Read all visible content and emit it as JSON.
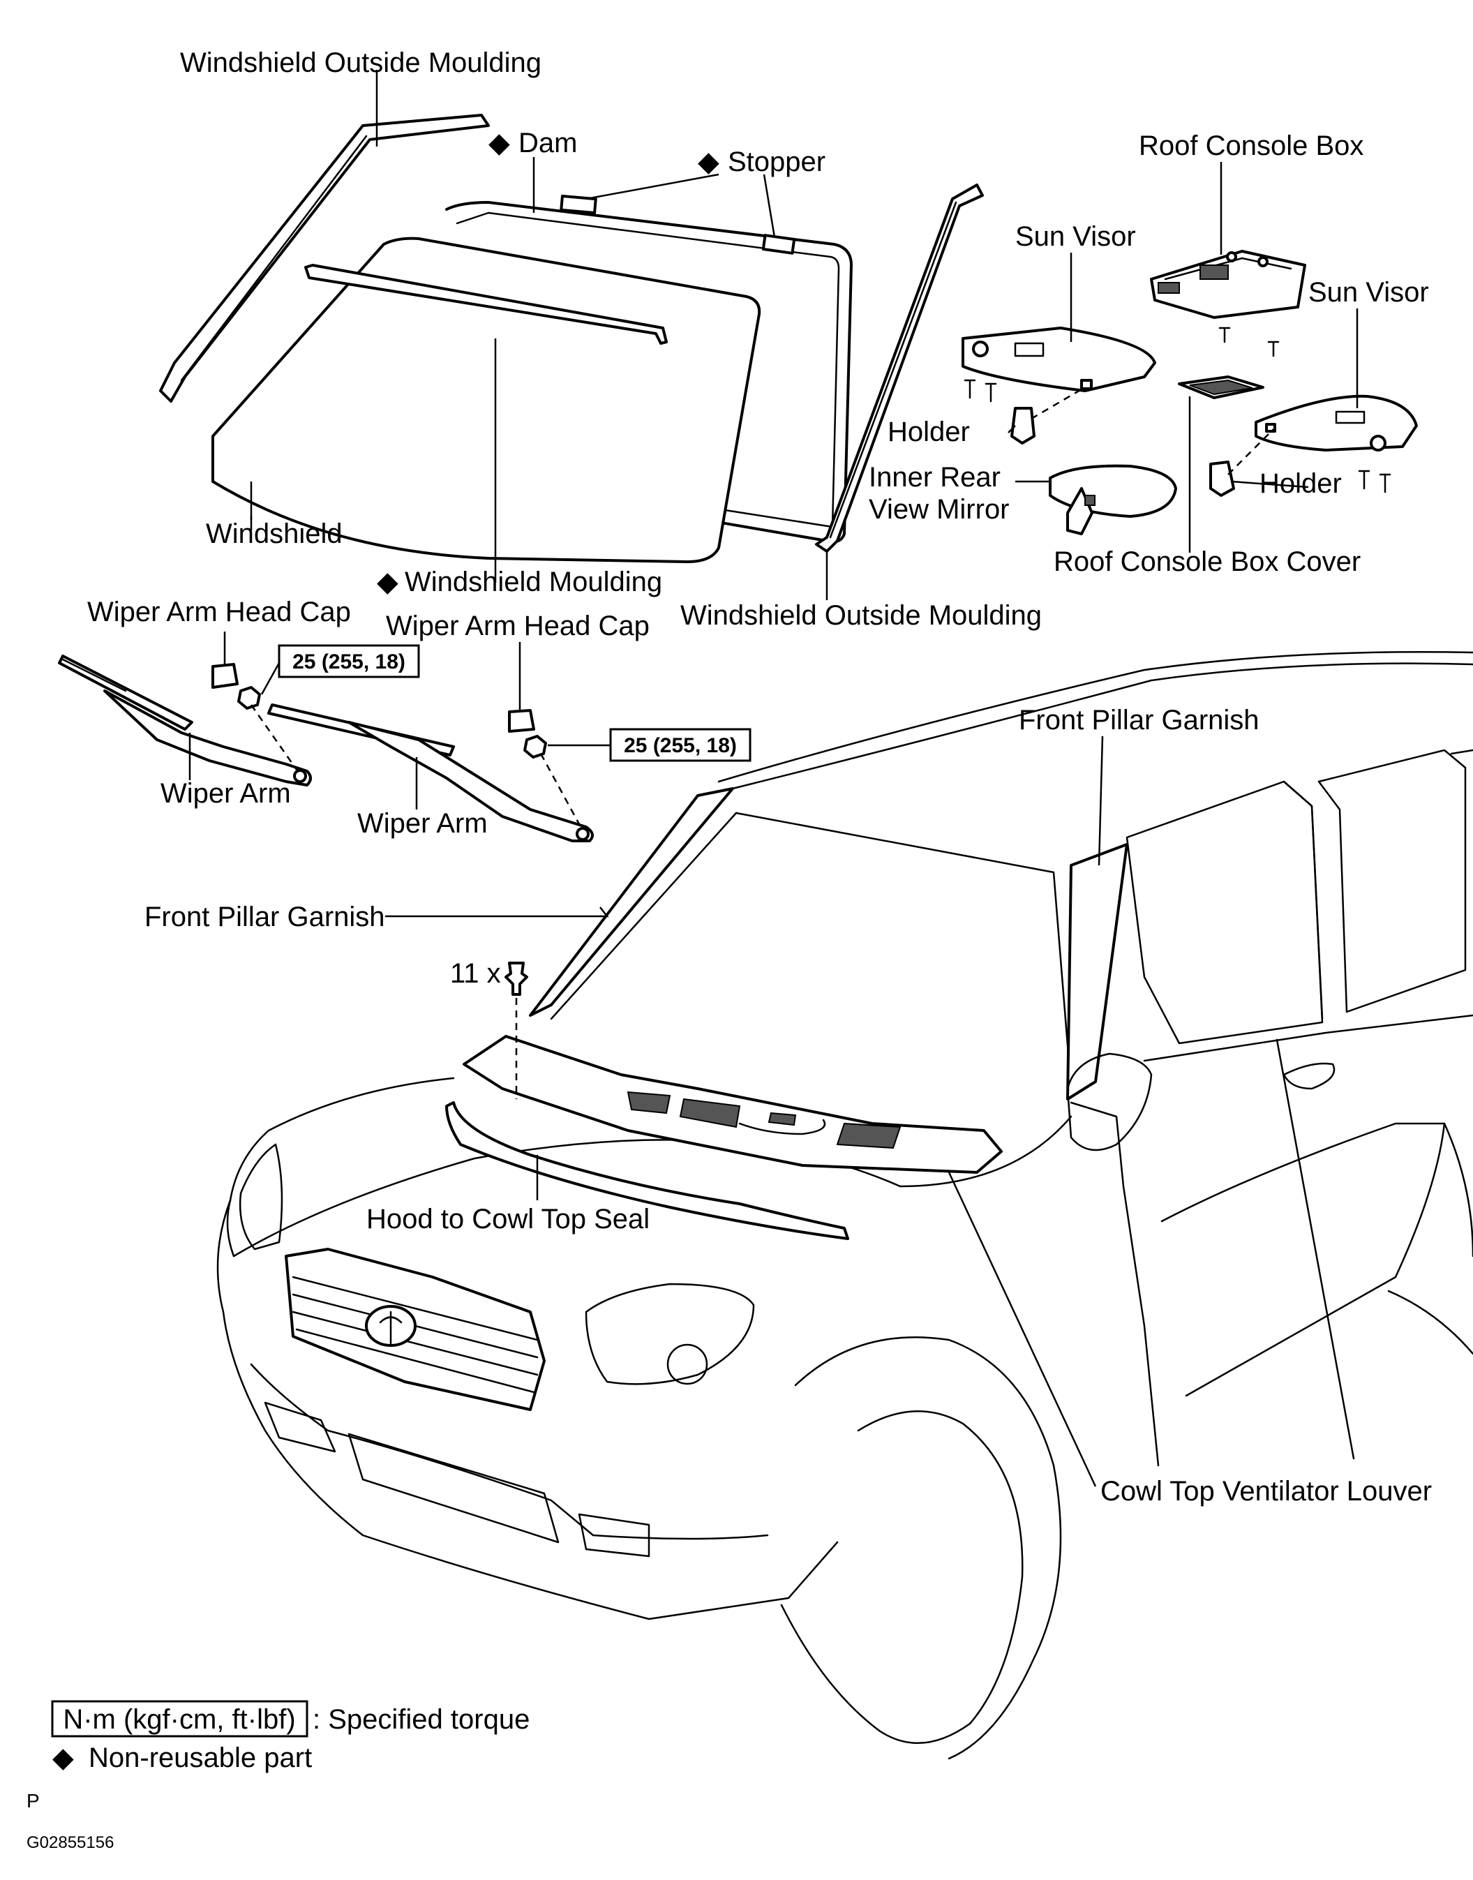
{
  "labels": {
    "ws_outside_moulding_top": "Windshield Outside Moulding",
    "dam": "Dam",
    "stopper": "Stopper",
    "roof_console_box": "Roof Console Box",
    "sun_visor_left": "Sun Visor",
    "sun_visor_right": "Sun Visor",
    "holder_left": "Holder",
    "holder_right": "Holder",
    "inner_rear_view_mirror_line1": "Inner Rear",
    "inner_rear_view_mirror_line2": "View Mirror",
    "roof_console_box_cover": "Roof Console Box Cover",
    "windshield": "Windshield",
    "windshield_moulding": "Windshield Moulding",
    "ws_outside_moulding_bottom": "Windshield Outside Moulding",
    "wiper_arm_head_cap_left": "Wiper Arm Head Cap",
    "wiper_arm_head_cap_right": "Wiper Arm Head Cap",
    "wiper_arm_left": "Wiper Arm",
    "wiper_arm_right": "Wiper Arm",
    "front_pillar_garnish_left": "Front Pillar Garnish",
    "front_pillar_garnish_right": "Front Pillar Garnish",
    "clip_count": "11 x",
    "hood_to_cowl_top_seal": "Hood to Cowl Top Seal",
    "cowl_top_ventilator_louver": "Cowl Top Ventilator Louver"
  },
  "torque": {
    "left": "25 (255, 18)",
    "right": "25 (255, 18)"
  },
  "legend": {
    "torque_unit_box": "N·m (kgf·cm, ft·lbf)",
    "torque_desc": ": Specified torque",
    "nonreusable_desc": "Non-reusable part",
    "diamond_symbol": "◆"
  },
  "footer": {
    "page_letter": "P",
    "figure_code": "G02855156"
  }
}
